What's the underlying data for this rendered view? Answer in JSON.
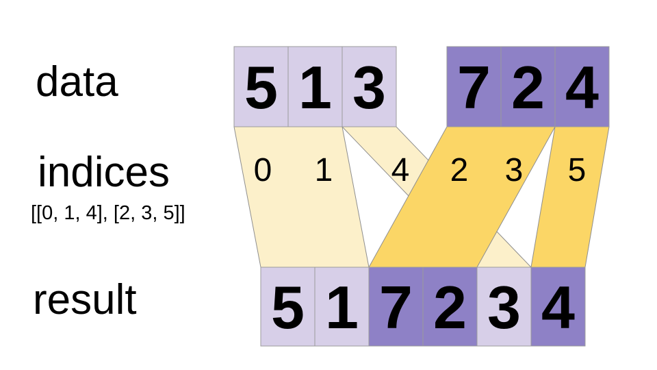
{
  "labels": {
    "data": "data",
    "indices": "indices",
    "indices_value": "[[0, 1, 4], [2, 3, 5]]",
    "result": "result"
  },
  "data_row": {
    "group1": {
      "fill": "#d7cfe8",
      "values": [
        "5",
        "1",
        "3"
      ]
    },
    "group2": {
      "fill": "#8e81c6",
      "values": [
        "7",
        "2",
        "4"
      ]
    }
  },
  "indices_band": {
    "values": [
      "0",
      "1",
      "4",
      "2",
      "3",
      "5"
    ]
  },
  "result_row": {
    "cells": [
      {
        "value": "5",
        "fill": "#d7cfe8"
      },
      {
        "value": "1",
        "fill": "#d7cfe8"
      },
      {
        "value": "7",
        "fill": "#8e81c6"
      },
      {
        "value": "2",
        "fill": "#8e81c6"
      },
      {
        "value": "3",
        "fill": "#d7cfe8"
      },
      {
        "value": "4",
        "fill": "#8e81c6"
      }
    ]
  },
  "colors": {
    "light_purple": "#d7cfe8",
    "dark_purple": "#8e81c6",
    "light_band": "#fcf0ca",
    "dark_band": "#fbd666",
    "band_outline": "#8e8e8e",
    "cell_outline": "#9b9b9b"
  }
}
